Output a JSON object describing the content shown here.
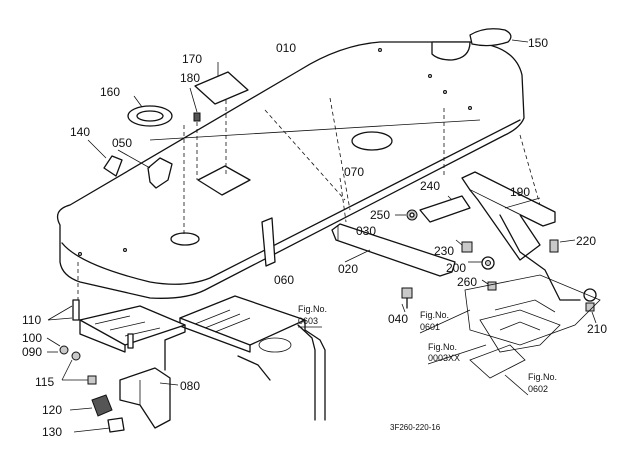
{
  "parts": {
    "p010": "010",
    "p020": "020",
    "p030": "030",
    "p040": "040",
    "p050": "050",
    "p060": "060",
    "p070": "070",
    "p080": "080",
    "p090": "090",
    "p100": "100",
    "p110": "110",
    "p115": "115",
    "p120": "120",
    "p130": "130",
    "p140": "140",
    "p150": "150",
    "p160": "160",
    "p170": "170",
    "p180": "180",
    "p190": "190",
    "p200": "200",
    "p210": "210",
    "p220": "220",
    "p230": "230",
    "p240": "240",
    "p250": "250",
    "p260": "260"
  },
  "figure_refs": {
    "ref0603_label": "Fig.No.",
    "ref0603_num": "0603",
    "ref0601_label": "Fig.No.",
    "ref0601_num": "0601",
    "ref0003_label": "Fig.No.",
    "ref0003_num": "0003XX",
    "ref0602_label": "Fig.No.",
    "ref0602_num": "0602"
  },
  "drawing_code": "3F260-220-16"
}
